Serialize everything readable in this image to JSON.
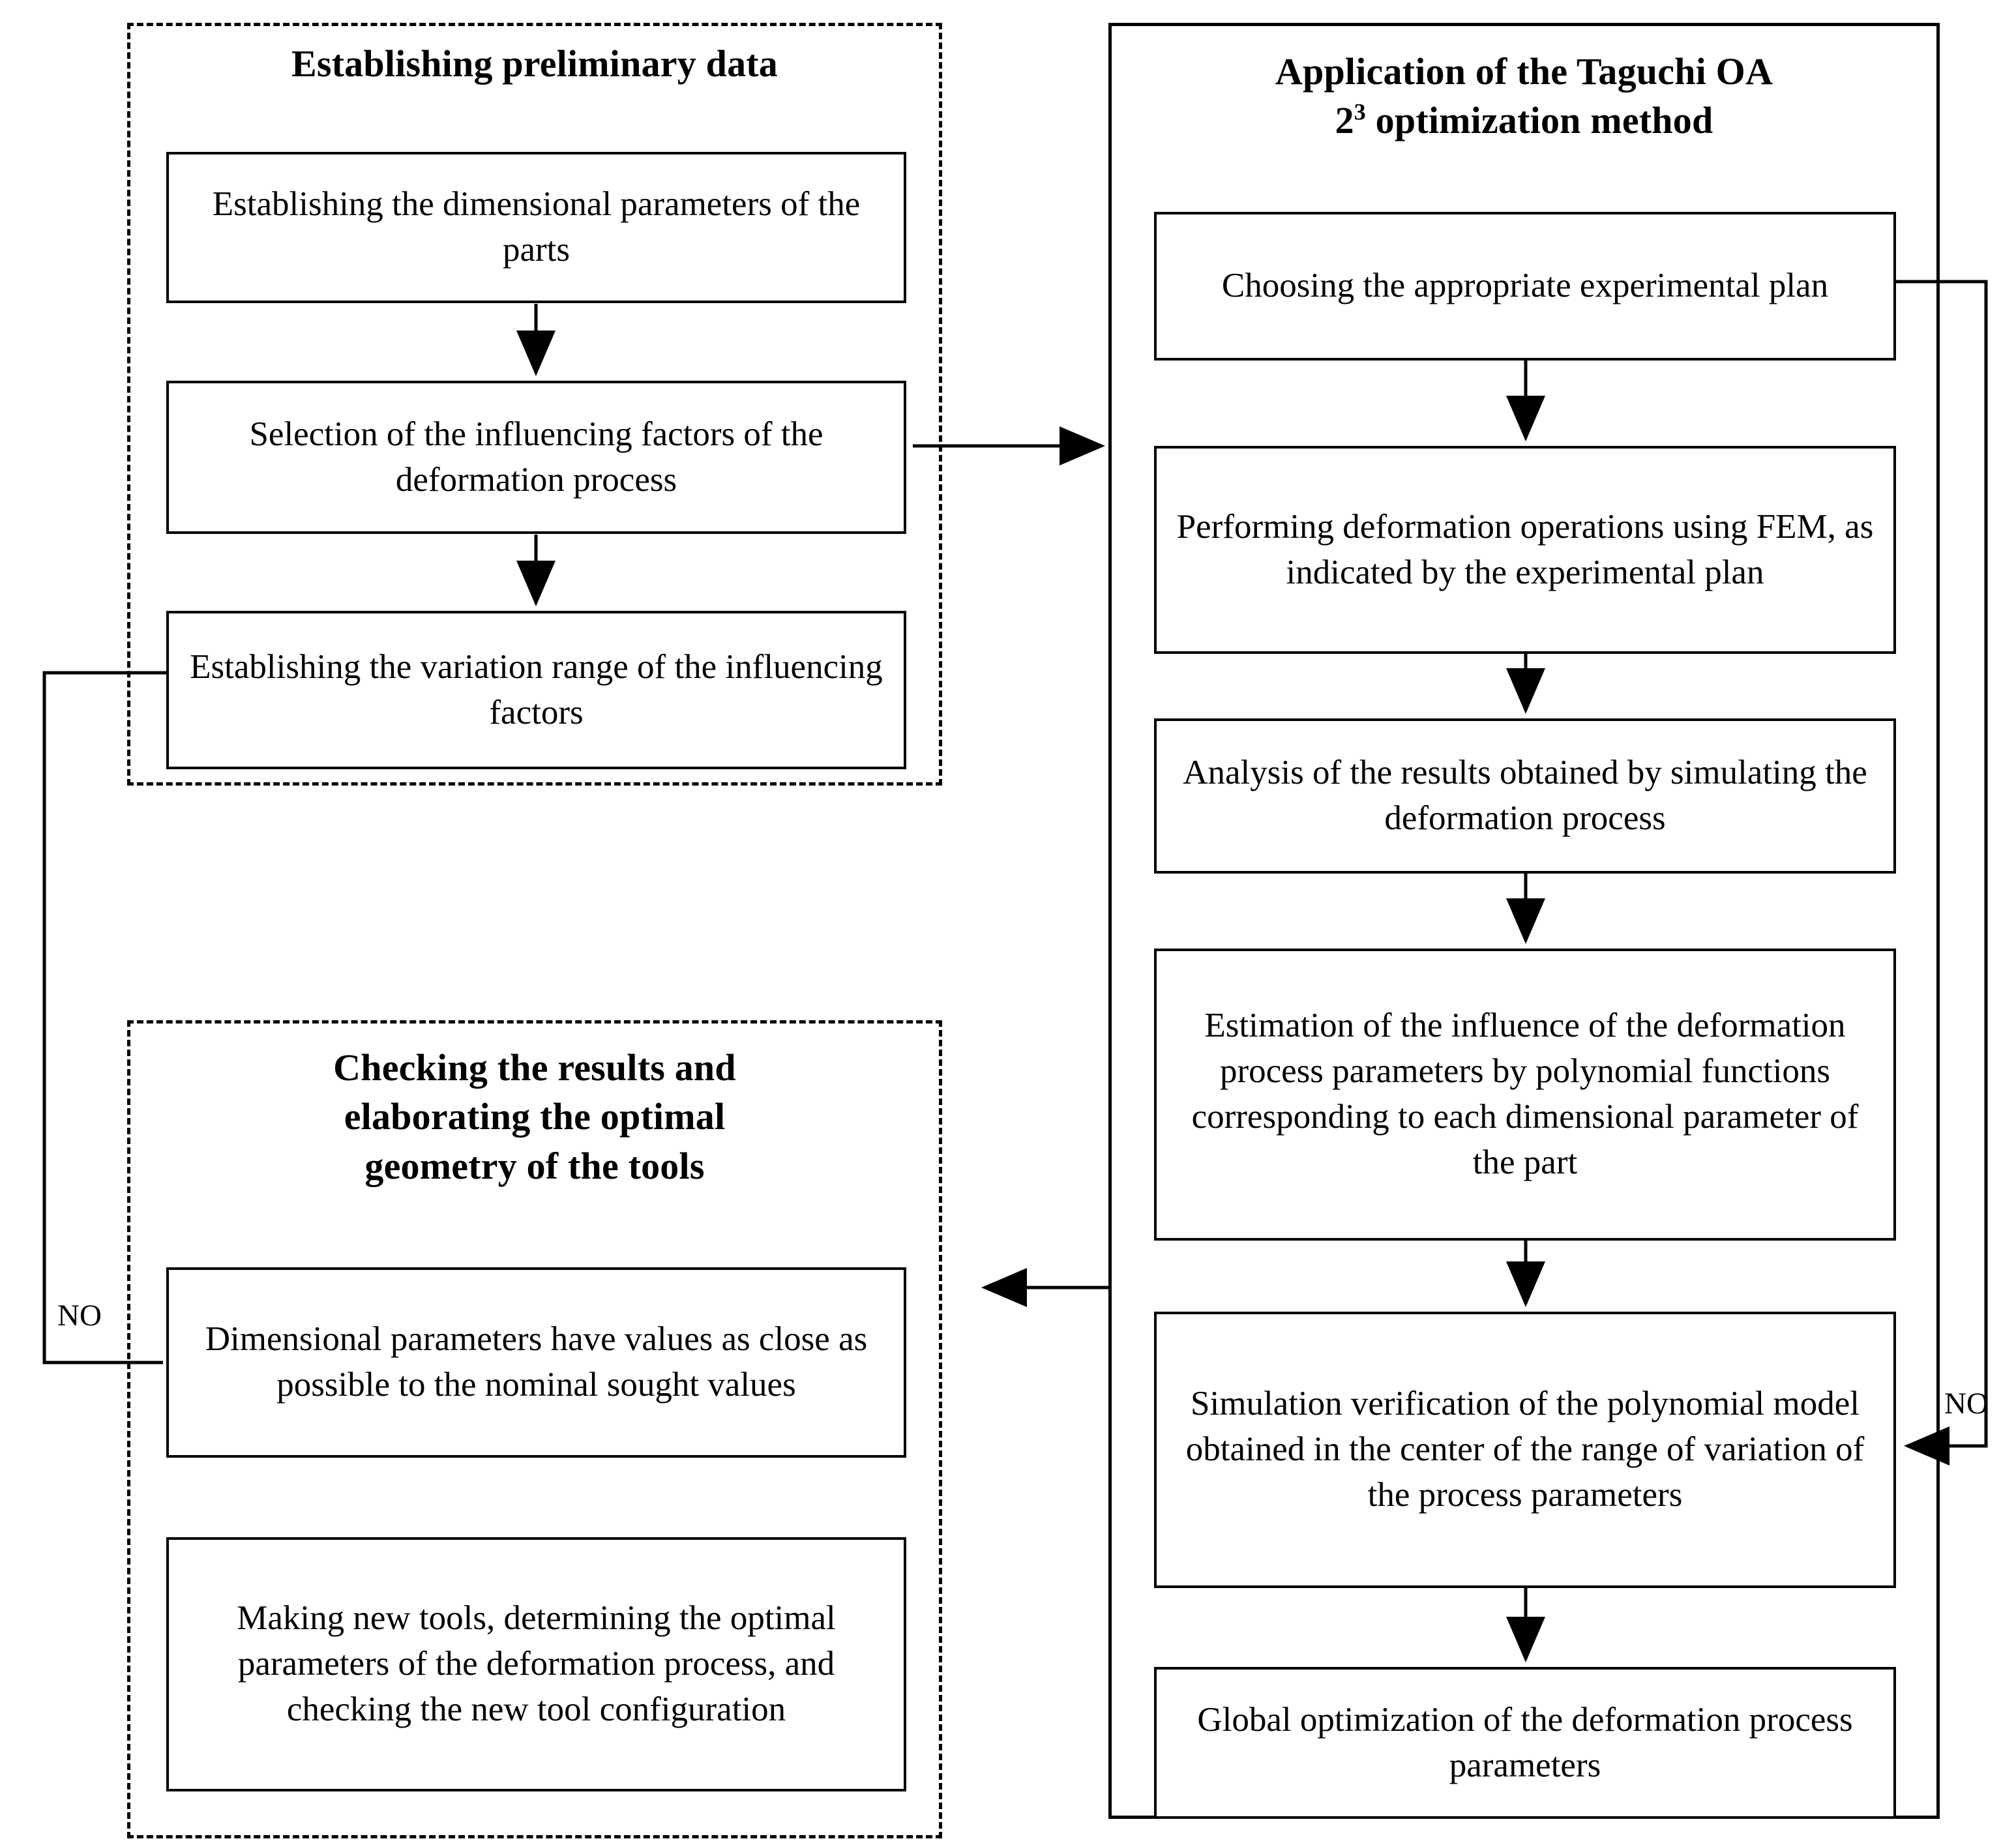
{
  "diagram": {
    "title": "Taguchi OA optimization methodology flowchart",
    "groups": [
      {
        "id": "preliminary",
        "title": "Establishing preliminary data",
        "style": "dashed",
        "nodes": [
          {
            "id": "p1",
            "text": "Establishing the dimensional parameters of the parts"
          },
          {
            "id": "p2",
            "text": "Selection of the influencing factors of the deformation process"
          },
          {
            "id": "p3",
            "text": "Establishing the variation range of the influencing factors"
          }
        ]
      },
      {
        "id": "taguchi",
        "title_line1": "Application of the Taguchi OA",
        "title_line2_pre": "2",
        "title_line2_sup": "3",
        "title_line2_post": " optimization method",
        "style": "solid",
        "nodes": [
          {
            "id": "t1",
            "text": "Choosing the appropriate experimental plan"
          },
          {
            "id": "t2",
            "text": "Performing deformation operations using FEM, as indicated by the experimental plan"
          },
          {
            "id": "t3",
            "text": "Analysis of the results obtained by simulating the deformation process"
          },
          {
            "id": "t4",
            "text": "Estimation of the influence of the deformation process parameters by polynomial functions corresponding to each dimensional parameter of the part"
          },
          {
            "id": "t5",
            "text": "Simulation verification of the polynomial model obtained in the center of the range of variation of the process parameters"
          },
          {
            "id": "t6",
            "text": "Global optimization of the deformation process parameters"
          }
        ]
      },
      {
        "id": "checking",
        "title_line1": "Checking the results and",
        "title_line2": "elaborating the optimal",
        "title_line3": "geometry of the tools",
        "style": "dashed",
        "nodes": [
          {
            "id": "c1",
            "text": "Dimensional parameters have values as close as possible to the nominal sought values"
          },
          {
            "id": "c2",
            "text": "Making new tools, determining the optimal parameters of the deformation process, and checking the new tool configuration"
          }
        ]
      }
    ],
    "edge_labels": [
      {
        "id": "no-left",
        "text": "NO"
      },
      {
        "id": "no-right",
        "text": "NO"
      }
    ],
    "colors": {
      "line": "#000000",
      "background": "#ffffff"
    }
  }
}
